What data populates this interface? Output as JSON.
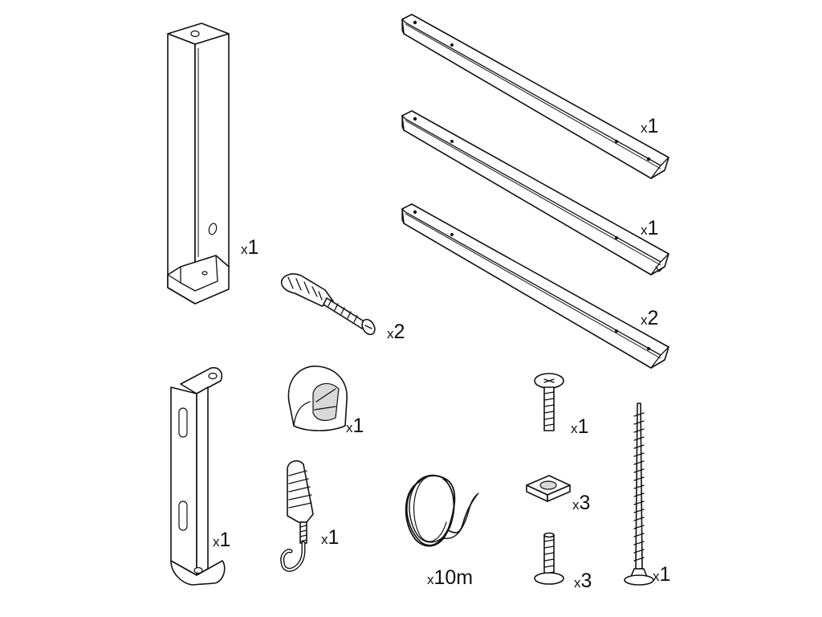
{
  "parts": [
    {
      "name": "vertical-post",
      "qty_prefix": "x",
      "qty_value": "1"
    },
    {
      "name": "rail-top",
      "qty_prefix": "x",
      "qty_value": "1"
    },
    {
      "name": "rail-middle",
      "qty_prefix": "x",
      "qty_value": "1"
    },
    {
      "name": "rail-bottom",
      "qty_prefix": "x",
      "qty_value": "2"
    },
    {
      "name": "wall-plug-screw",
      "qty_prefix": "x",
      "qty_value": "2"
    },
    {
      "name": "wall-bracket",
      "qty_prefix": "x",
      "qty_value": "1"
    },
    {
      "name": "cord-guide",
      "qty_prefix": "x",
      "qty_value": "1"
    },
    {
      "name": "plug-hook",
      "qty_prefix": "x",
      "qty_value": "1"
    },
    {
      "name": "wire-coil",
      "qty_prefix": "x",
      "qty_value": "10m"
    },
    {
      "name": "carriage-bolt",
      "qty_prefix": "x",
      "qty_value": "1"
    },
    {
      "name": "square-nut",
      "qty_prefix": "x",
      "qty_value": "3"
    },
    {
      "name": "short-bolt",
      "qty_prefix": "x",
      "qty_value": "3"
    },
    {
      "name": "long-screw",
      "qty_prefix": "x",
      "qty_value": "1"
    }
  ]
}
